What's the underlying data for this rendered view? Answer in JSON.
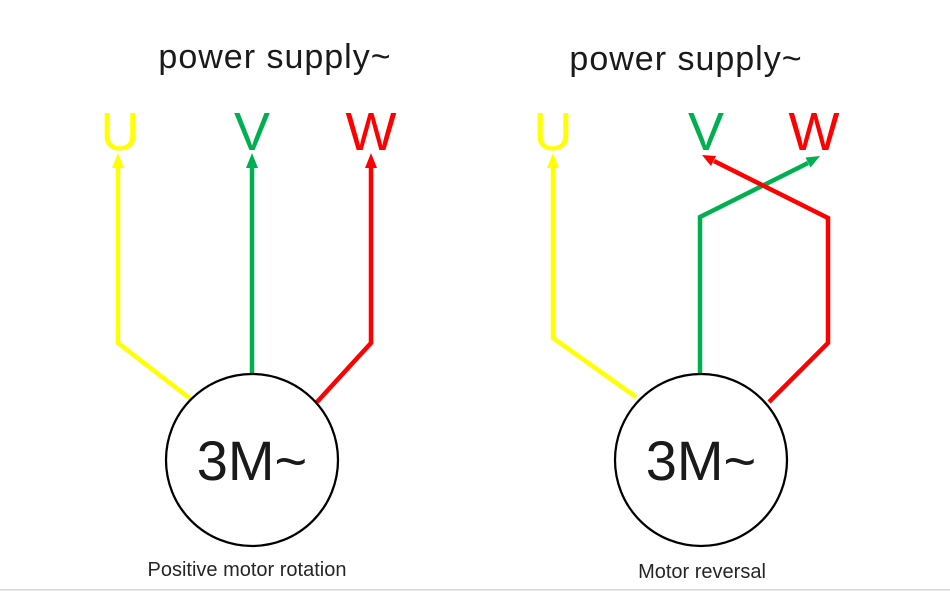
{
  "colors": {
    "phase_u": "#FFFF00",
    "phase_v": "#00B050",
    "phase_w": "#FF0000",
    "divider": "#D6D6D6"
  },
  "left_diagram": {
    "title": "power supply~",
    "phase_u": "U",
    "phase_v": "V",
    "phase_w": "W",
    "motor_label": "3M~",
    "caption": "Positive motor rotation"
  },
  "right_diagram": {
    "title": "power supply~",
    "phase_u": "U",
    "phase_v": "V",
    "phase_w": "W",
    "motor_label": "3M~",
    "caption": "Motor reversal"
  }
}
